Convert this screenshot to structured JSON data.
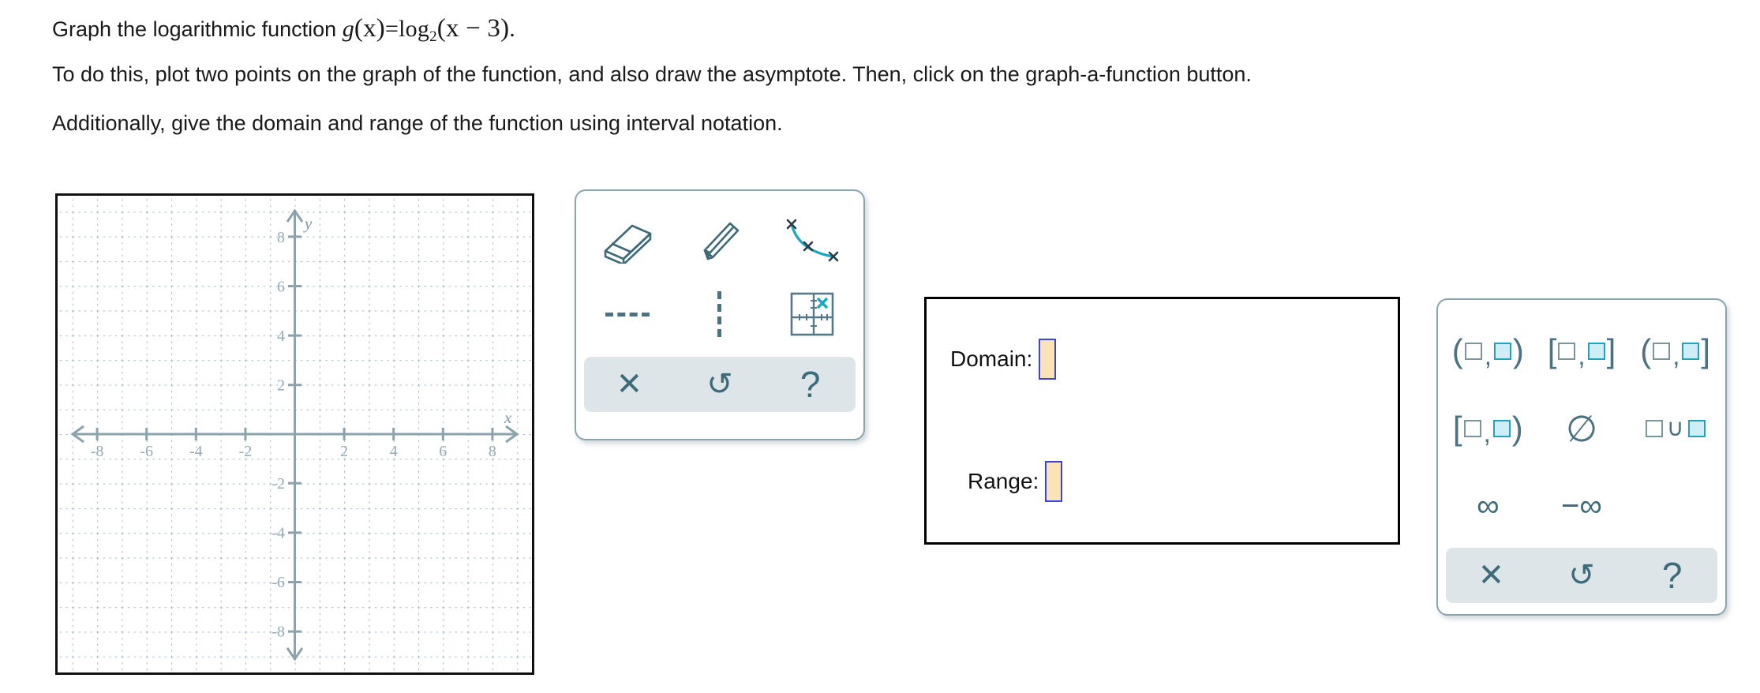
{
  "prompt": {
    "line1_prefix": "Graph the logarithmic function ",
    "formula": {
      "fn": "g",
      "arg": "(x)",
      "eq": "=",
      "log": "log",
      "base": "2",
      "inner": "(x − 3)",
      "period": "."
    },
    "line2": "To do this, plot two points on the graph of the function, and also draw the asymptote. Then, click on the graph-a-function button.",
    "line3": "Additionally, give the domain and range of the function using interval notation."
  },
  "graph": {
    "axis_label_x": "x",
    "axis_label_y": "y",
    "x_ticks": [
      "-8",
      "-6",
      "-4",
      "-2",
      "2",
      "4",
      "6",
      "8"
    ],
    "y_ticks": [
      "8",
      "6",
      "4",
      "2",
      "-2",
      "-4",
      "-6",
      "-8"
    ],
    "x_min": -9.6,
    "x_max": 9.6,
    "y_min": -9.7,
    "y_max": 9.7,
    "grid_step": 1,
    "colors": {
      "axis": "#8aa3ad",
      "grid_dot": "#aebfc9",
      "tick_label": "#93acb6",
      "border": "#111111"
    }
  },
  "draw_toolbar": {
    "tools": [
      {
        "name": "eraser",
        "label": "Eraser"
      },
      {
        "name": "pencil",
        "label": "Pencil"
      },
      {
        "name": "graph-a-function",
        "label": "Graph a function"
      },
      {
        "name": "horizontal-dashed-line",
        "label": "Horizontal asymptote"
      },
      {
        "name": "vertical-dashed-line",
        "label": "Vertical asymptote"
      },
      {
        "name": "plot-point",
        "label": "Plot point"
      }
    ],
    "footer": [
      {
        "name": "clear",
        "glyph": "✕"
      },
      {
        "name": "undo",
        "glyph": "↺"
      },
      {
        "name": "help",
        "glyph": "?"
      }
    ]
  },
  "answer_box": {
    "domain_label": "Domain:",
    "range_label": "Range:",
    "domain_value": "",
    "range_value": "",
    "domain_placeholder": "",
    "range_placeholder": "",
    "input_fill": "#fae3b4",
    "input_border": "#3b44e0"
  },
  "interval_palette": {
    "buttons": [
      {
        "name": "open-open-interval",
        "label": "(□,□)"
      },
      {
        "name": "closed-closed-interval",
        "label": "[□,□]"
      },
      {
        "name": "open-closed-interval",
        "label": "(□,□]"
      },
      {
        "name": "closed-open-interval",
        "label": "[□,□)"
      },
      {
        "name": "empty-set",
        "label": "∅"
      },
      {
        "name": "union",
        "label": "□∪□"
      },
      {
        "name": "infinity",
        "label": "∞"
      },
      {
        "name": "negative-infinity",
        "label": "−∞"
      }
    ],
    "footer": [
      {
        "name": "clear",
        "glyph": "✕"
      },
      {
        "name": "undo",
        "glyph": "↺"
      },
      {
        "name": "help",
        "glyph": "?"
      }
    ],
    "accent": "#1fa3bf",
    "ink": "#4a7280"
  }
}
